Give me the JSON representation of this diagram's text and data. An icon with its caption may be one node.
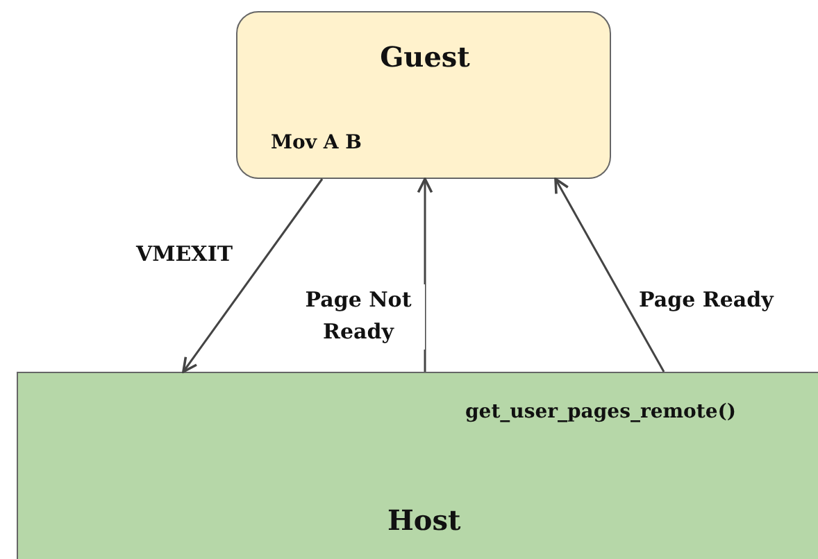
{
  "diagram": {
    "nodes": [
      {
        "text": [
          "Guest",
          "Mov A B"
        ]
      },
      {
        "text": [
          "get_user_pages_remote()",
          "Host"
        ]
      }
    ],
    "edges": [
      {
        "from": 0,
        "to": 1,
        "arrow": "to",
        "label": "VMEXIT"
      },
      {
        "from": 1,
        "to": 0,
        "arrow": "to",
        "label": "Page Not Ready"
      },
      {
        "from": 1,
        "to": 0,
        "arrow": "to",
        "label": "Page Ready"
      }
    ]
  }
}
